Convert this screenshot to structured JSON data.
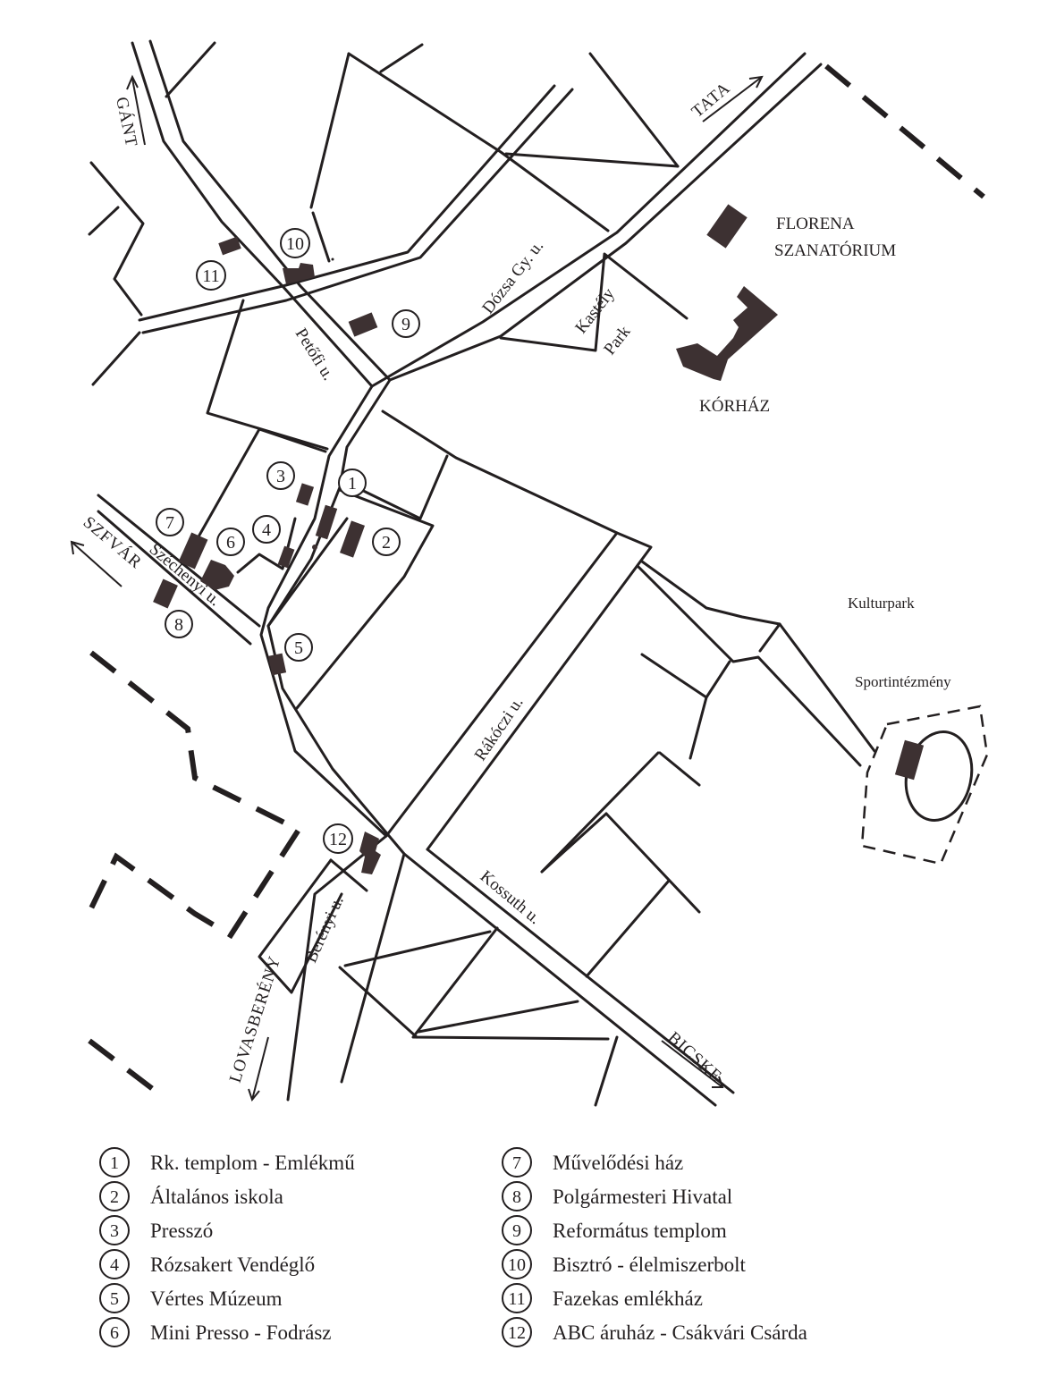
{
  "directions": {
    "gant": "GÁNT",
    "tata": "TATA",
    "szfvar": "SZFVÁR",
    "lovasbereny": "LOVASBERÉNY",
    "bicske": "BICSKE"
  },
  "streets": {
    "petofi": "Petőfi u.",
    "dozsa": "Dózsa Gy. u.",
    "kastely": "Kastély",
    "park": "Park",
    "szechenyi": "Széchenyi u.",
    "rakoczi": "Rákóczi u.",
    "kossuth": "Kossuth u.",
    "bereny": "Berényi u."
  },
  "places": {
    "florena_1": "FLORENA",
    "florena_2": "SZANATÓRIUM",
    "korhaz": "KÓRHÁZ",
    "kulturpark": "Kulturpark",
    "sport": "Sportintézmény"
  },
  "markers": [
    "1",
    "2",
    "3",
    "4",
    "5",
    "6",
    "7",
    "8",
    "9",
    "10",
    "11",
    "12"
  ],
  "legend": [
    {
      "num": "1",
      "text": "Rk. templom - Emlékmű"
    },
    {
      "num": "2",
      "text": "Általános iskola"
    },
    {
      "num": "3",
      "text": "Presszó"
    },
    {
      "num": "4",
      "text": "Rózsakert Vendéglő"
    },
    {
      "num": "5",
      "text": "Vértes Múzeum"
    },
    {
      "num": "6",
      "text": "Mini Presso - Fodrász"
    },
    {
      "num": "7",
      "text": "Művelődési ház"
    },
    {
      "num": "8",
      "text": "Polgármesteri Hivatal"
    },
    {
      "num": "9",
      "text": "Református templom"
    },
    {
      "num": "10",
      "text": "Bisztró - élelmiszerbolt"
    },
    {
      "num": "11",
      "text": "Fazekas emlékház"
    },
    {
      "num": "12",
      "text": "ABC áruház - Csákvári Csárda"
    }
  ]
}
